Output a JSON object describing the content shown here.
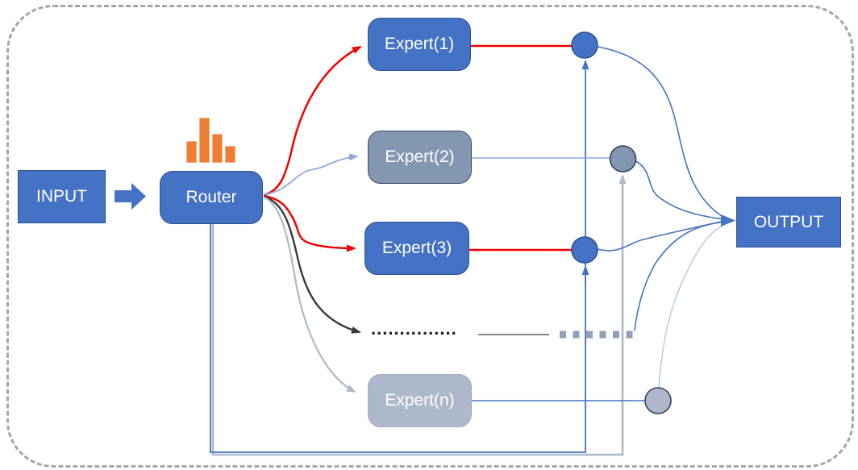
{
  "diagram": {
    "nodes": {
      "input": "INPUT",
      "router": "Router",
      "expert1": "Expert(1)",
      "expert2": "Expert(2)",
      "expert3": "Expert(3)",
      "expertn": "Expert(n)",
      "output": "OUTPUT"
    },
    "ellipsis": "...............",
    "router_icon": {
      "name": "bar-chart-icon",
      "bar_heights": [
        27,
        56,
        36,
        21
      ]
    },
    "colors": {
      "box_blue": "#4472C4",
      "box_blue_border": "#2E528F",
      "box_gray": "#8497B0",
      "box_gray_border": "#3E4C66",
      "box_light": "#ADB9CA",
      "box_light_border": "#9FABC0",
      "circle_dark": "#33415C",
      "red": "#F40000",
      "black_line": "#3A3A3A",
      "light_blue": "#8FAADC",
      "connector_blue": "#4472C4",
      "pale_blue": "#BDCDE4",
      "gray_line": "#ADB9CA",
      "thick_dash": "#8FA0B9",
      "orange": "#ED7D31",
      "orange_light": "#F4B183",
      "dash_border": "#A6A6A6",
      "text": "#FFFFFF",
      "dots_text": "#1E1E1E"
    }
  }
}
